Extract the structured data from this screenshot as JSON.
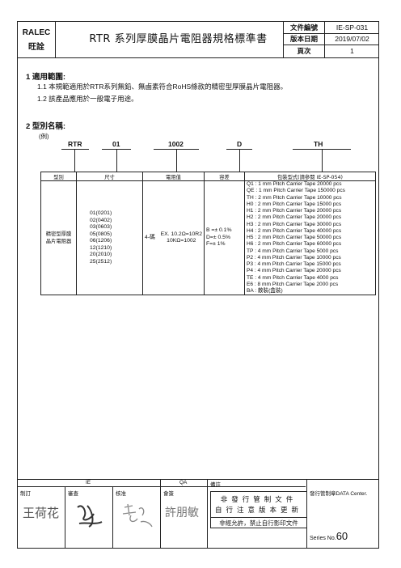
{
  "header": {
    "logo_line1": "RALEC",
    "logo_line2": "旺詮",
    "title": "RTR 系列厚膜晶片電阻器規格標準書",
    "doc_no_label": "文件編號",
    "doc_no": "IE-SP-031",
    "date_label": "版本日期",
    "date": "2019/07/02",
    "page_label": "頁次",
    "page": "1"
  },
  "section1": {
    "heading": "1 適用範圍:",
    "line1": "1.1 本規範適用於RTR系列無鉛、無鹵素符合RoHS條款的精密型厚膜晶片電阻器。",
    "line2": "1.2 該產品應用於一般電子用途。"
  },
  "section2": {
    "heading": "2 型別名稱:",
    "example": "(例)",
    "code_parts": [
      "RTR",
      "01",
      "1002",
      "D",
      "TH"
    ]
  },
  "table": {
    "headers": [
      "型別",
      "尺寸",
      "電阻值",
      "容差",
      "包裝型式(請參閱 IE-SP-054)"
    ],
    "type": [
      "精密型厚膜",
      "晶片電阻器"
    ],
    "sizes": [
      "01(0201)",
      "02(0402)",
      "03(0603)",
      "05(0805)",
      "06(1206)",
      "12(1210)",
      "20(2010)",
      "25(2512)"
    ],
    "res_digits": "4-碼",
    "res_example1": "EX. 10.2Ω=10R2",
    "res_example2": "10KΩ=1002",
    "tolerances": [
      "B =± 0.1%",
      "D=± 0.5%",
      "F=± 1%"
    ],
    "packaging": [
      "Q1 : 1 mm Pitch Carrier Tape 20000 pcs",
      "QE : 1 mm Pitch Carrier Tape 150000 pcs",
      "TH : 2 mm Pitch Carrier Tape 10000 pcs",
      "H0 : 2 mm Pitch Carrier Tape 15000 pcs",
      "H1 : 2 mm Pitch Carrier Tape 20000 pcs",
      "H2 : 2 mm Pitch Carrier Tape 20000 pcs",
      "H3 : 2 mm Pitch Carrier Tape 30000 pcs",
      "H4 : 2 mm Pitch Carrier Tape 40000 pcs",
      "H5 : 2 mm Pitch Carrier Tape 50000 pcs",
      "H6 : 2 mm Pitch Carrier Tape 60000 pcs",
      "TP : 4 mm Pitch Carrier Tape 5000 pcs",
      "P2 : 4 mm Pitch Carrier Tape 10000 pcs",
      "P3 : 4 mm Pitch Carrier Tape 15000 pcs",
      "P4 : 4 mm Pitch Carrier Tape 20000 pcs",
      "TE : 4 mm Pitch Carrier Tape 4000 pcs",
      "E6 : 8 mm Pitch Carrier Tape 2000 pcs",
      "BA : 散裝(盒裝)"
    ]
  },
  "footer": {
    "ie_label": "IE",
    "qa_label": "QA",
    "maker_label": "制訂",
    "reviewer_label": "審查",
    "approver_label": "核准",
    "auditor_label": "會簽",
    "remark_label": "備註",
    "sig_maker": "王荷花",
    "sig_auditor": "許朋敏",
    "stamp_line1": "非發行管制文件",
    "stamp_line2": "自行注意版本更新",
    "stamp_line3": "非經允許，禁止自行影印文件",
    "issuer": "發行管制章DATA Center.",
    "series_label": "Series No.",
    "series_no": "60"
  }
}
